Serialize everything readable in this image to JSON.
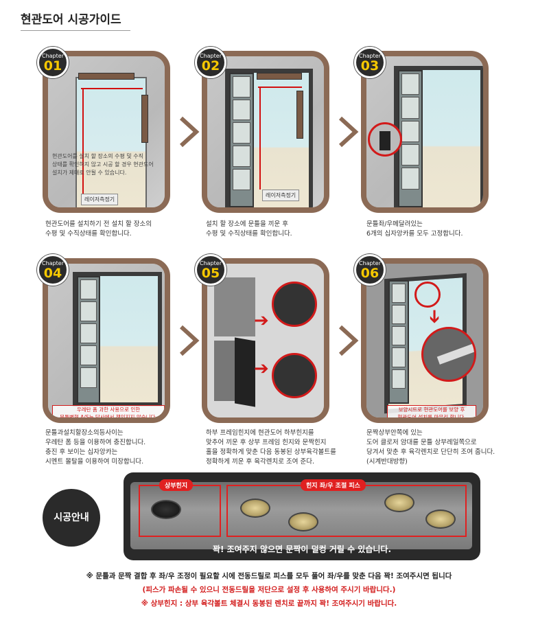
{
  "page": {
    "title": "현관도어 시공가이드"
  },
  "steps": [
    {
      "label": "Chapter",
      "num": "01",
      "desc": "현관도어를 설치하기 전 설치 할 장소의\n수평 및 수직상태를 확인합니다.",
      "inner_note": "현관도어를 설치 할 장소의 수평 및 수직\n상태를 확인하지 않고 시공 할 경우 현관도어\n설치가 제대로 안될 수 있습니다.",
      "tool": "레이저측정기"
    },
    {
      "label": "Chapter",
      "num": "02",
      "desc": "설치 할 장소에 문틀을 끼운 후\n수평 및 수직상태를 확인합니다.",
      "tool": "레이저측정기"
    },
    {
      "label": "Chapter",
      "num": "03",
      "desc": "문틀좌/우메달려있는\n6개의 십자앙카를 모두 고정합니다."
    },
    {
      "label": "Chapter",
      "num": "04",
      "desc": "문틀과설치할장소의등사이는\n우레탄 폼 등을 이용하여 충진합니다.\n충진 후 보이는 십자앙카는\n시멘트 몰탈을 이용하여 미장합니다.",
      "warn": "우레탄 폼 과한 사용으로 인한\n문틀변형 A/S는 당사에서 책임지지 않습니다."
    },
    {
      "label": "Chapter",
      "num": "05",
      "desc": "하부 프레임힌지에 현관도어 하부힌지를\n맞추어 끼운 후 상부 프레임 힌지와 문짝힌지\n홀을 정확하게 맞춘 다음 동봉된 상부육각볼트를\n정확하게 끼운 후 육각렌치로 조여 준다."
    },
    {
      "label": "Chapter",
      "num": "06",
      "desc": "문짝상부안쪽에 있는\n도어 클로저 암대를 문틀 상부레일쪽으로\n당겨서 맞춘 후 육각렌치로 단단히 조여 줍니다.\n(시계반대방향)",
      "warn": "보양시트로 현관도어를 보양 후\n현관도어 설치를 마무리 합니다."
    }
  ],
  "guide": {
    "badge": "시공안내",
    "tag_upper": "상부힌지",
    "tag_adjust": "힌지 좌/우 조절 피스",
    "caption": "꽉! 조여주지 않으면 문짝이 덜컹 거릴 수 있습니다."
  },
  "notes": {
    "line1": "※ 문틀과 문짝 결합 후 좌/우 조정이 필요할 시에 전동드릴로 피스를 모두 풀어 좌/우를 맞춘 다음 꽉! 조여주시면 됩니다",
    "line2": "(피스가 파손될 수 있으니 전동드릴을 저단으로 설정 후 사용하여 주시기 바랍니다.)",
    "line3": "※ 상부힌지 : 상부 육각볼트 체결시 동봉된 렌치로 끝까지 꽉! 조여주시기 바랍니다."
  },
  "colors": {
    "frame": "#8b6a55",
    "accent_red": "#d21a1a",
    "badge_bg": "#2b2b2b",
    "badge_num": "#f6c800"
  }
}
